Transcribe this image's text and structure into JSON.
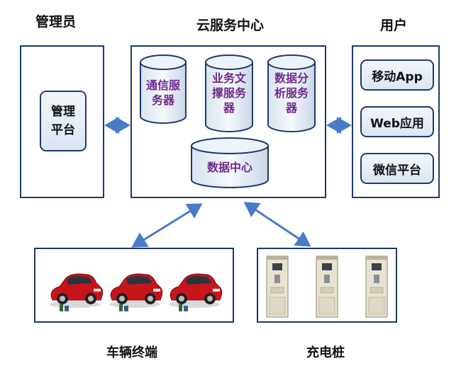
{
  "headings": {
    "admin": "管理员",
    "cloud": "云服务中心",
    "user": "用户"
  },
  "admin_panel": {
    "platform": "管理\n平台"
  },
  "cloud_panel": {
    "servers": [
      {
        "label": "通信服\n务器"
      },
      {
        "label": "业务文\n撑服务\n器"
      },
      {
        "label": "数据分\n析服务\n器"
      }
    ],
    "datacenter": "数据中心"
  },
  "user_panel": {
    "items": [
      {
        "label": "移动App"
      },
      {
        "label": "Web应用"
      },
      {
        "label": "微信平台"
      }
    ]
  },
  "bottom": {
    "vehicles_label": "车辆终端",
    "chargers_label": "充电桩"
  },
  "colors": {
    "border": "#1f3a6b",
    "arrow": "#4a7bc8",
    "server_text": "#6d2a8c",
    "car": "#c8151b"
  }
}
